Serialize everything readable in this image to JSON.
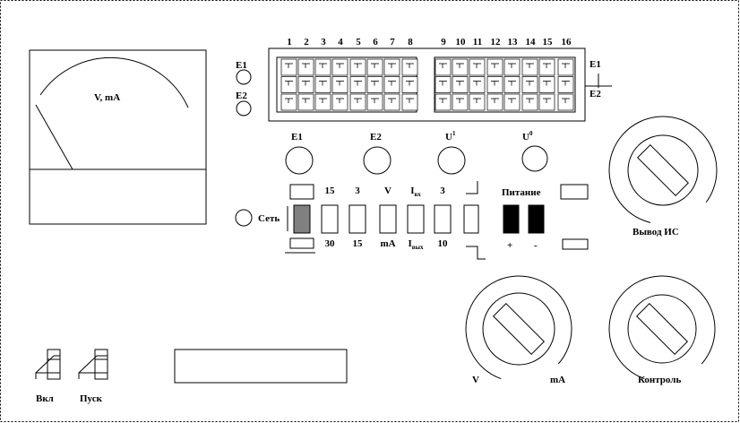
{
  "meter": {
    "label": "V, mA"
  },
  "lamps": {
    "e1": "E1",
    "e2": "E2"
  },
  "columns": {
    "left": [
      "1",
      "2",
      "3",
      "4",
      "5",
      "6",
      "7",
      "8"
    ],
    "right": [
      "9",
      "10",
      "11",
      "12",
      "13",
      "14",
      "15",
      "16"
    ]
  },
  "grid_side": {
    "e1": "E1",
    "e2": "E2"
  },
  "knobs": {
    "e1": "E1",
    "e2": "E2",
    "u1": {
      "base": "U",
      "sup": "1"
    },
    "u0": {
      "base": "U",
      "sup": "0"
    }
  },
  "switches": {
    "top": [
      "15",
      "3",
      "V",
      "I",
      "3"
    ],
    "top_sub": {
      "index": 3,
      "text": "вх"
    },
    "bottom": [
      "30",
      "15",
      "mA",
      "I",
      "10"
    ],
    "bottom_sub": {
      "index": 3,
      "text": "вых"
    }
  },
  "power": {
    "title": "Питание",
    "plus": "+",
    "minus": "-"
  },
  "set": {
    "label": "Сеть"
  },
  "dials": {
    "output": "Вывод ИС",
    "control": "Контроль",
    "meter_v": "V",
    "meter_ma": "mA"
  },
  "toggles": {
    "on": "Вкл",
    "start": "Пуск"
  }
}
